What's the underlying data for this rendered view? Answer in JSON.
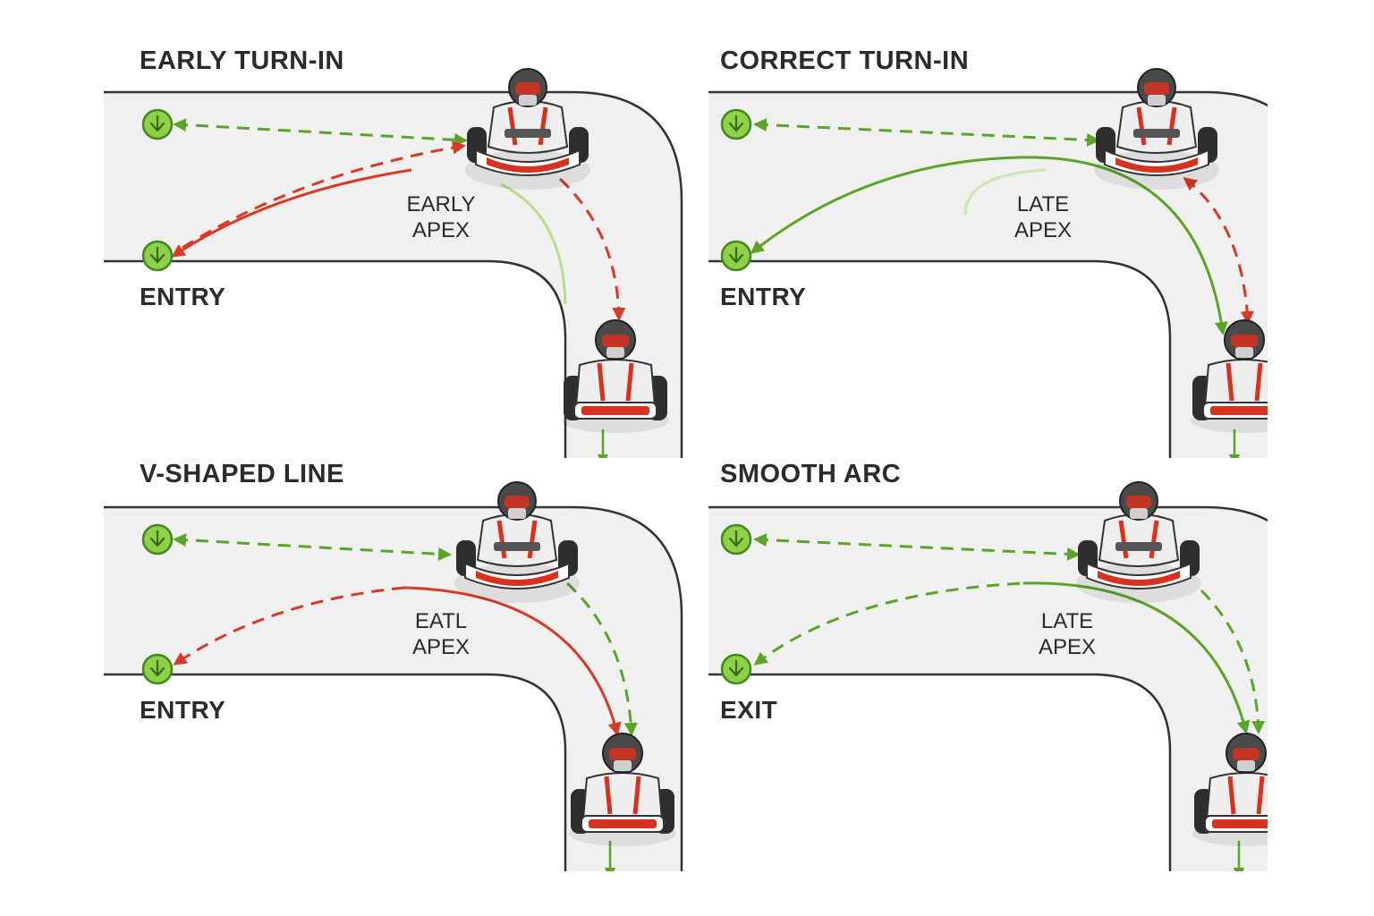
{
  "panels": [
    {
      "id": "early-turn-in",
      "title": "EARLY TURN-IN",
      "side_label": "ENTRY",
      "apex_line1": "EARLY",
      "apex_line2": "APEX"
    },
    {
      "id": "correct-turn-in",
      "title": "CORRECT TURN-IN",
      "side_label": "ENTRY",
      "apex_line1": "LATE",
      "apex_line2": "APEX"
    },
    {
      "id": "v-shaped-line",
      "title": "V-SHAPED LINE",
      "side_label": "ENTRY",
      "apex_line1": "EATL",
      "apex_line2": "APEX"
    },
    {
      "id": "smooth-arc",
      "title": "SMOOTH ARC",
      "side_label": "EXIT",
      "apex_line1": "LATE",
      "apex_line2": "APEX"
    }
  ],
  "colors": {
    "track": "#f0f0f0",
    "track_edge": "#333333",
    "green_line": "#5aa528",
    "red_line": "#d93a26",
    "marker_fill": "#8fd04a",
    "marker_stroke": "#3f8a1c",
    "kart_red": "#d8321f",
    "kart_dark": "#3c3c3c"
  },
  "icons": [
    "checkpoint-marker-icon",
    "go-kart-icon",
    "arrow-icon"
  ]
}
